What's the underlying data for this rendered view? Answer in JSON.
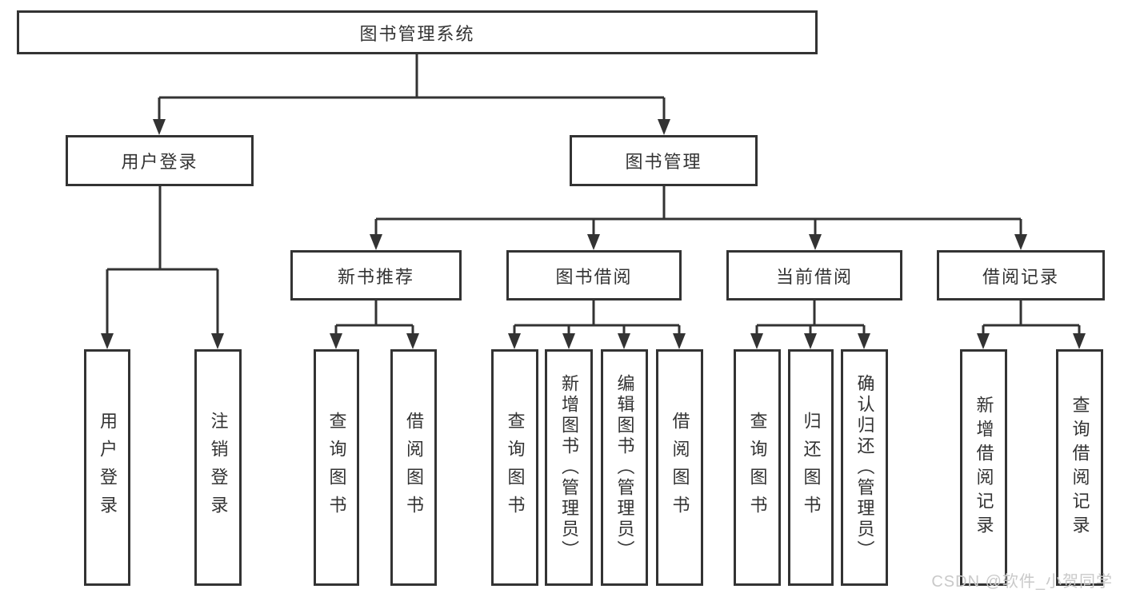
{
  "diagram": {
    "type": "hierarchy-tree",
    "watermark": "CSDN @软件_小贺同学",
    "colors": {
      "line": "#333333",
      "box_border": "#333333",
      "box_fill": "#ffffff",
      "text": "#333333",
      "watermark": "#c9c9c9",
      "background": "#ffffff"
    },
    "tree": {
      "label": "图书管理系统",
      "children": [
        {
          "label": "用户登录",
          "children": [
            {
              "label": "用户登录"
            },
            {
              "label": "注销登录"
            }
          ]
        },
        {
          "label": "图书管理",
          "children": [
            {
              "label": "新书推荐",
              "children": [
                {
                  "label": "查询图书"
                },
                {
                  "label": "借阅图书"
                }
              ]
            },
            {
              "label": "图书借阅",
              "children": [
                {
                  "label": "查询图书"
                },
                {
                  "label": "新增图书（管理员）"
                },
                {
                  "label": "编辑图书（管理员）"
                },
                {
                  "label": "借阅图书"
                }
              ]
            },
            {
              "label": "当前借阅",
              "children": [
                {
                  "label": "查询图书"
                },
                {
                  "label": "归还图书"
                },
                {
                  "label": "确认归还（管理员）"
                }
              ]
            },
            {
              "label": "借阅记录",
              "children": [
                {
                  "label": "新增借阅记录"
                },
                {
                  "label": "查询借阅记录"
                }
              ]
            }
          ]
        }
      ]
    }
  }
}
